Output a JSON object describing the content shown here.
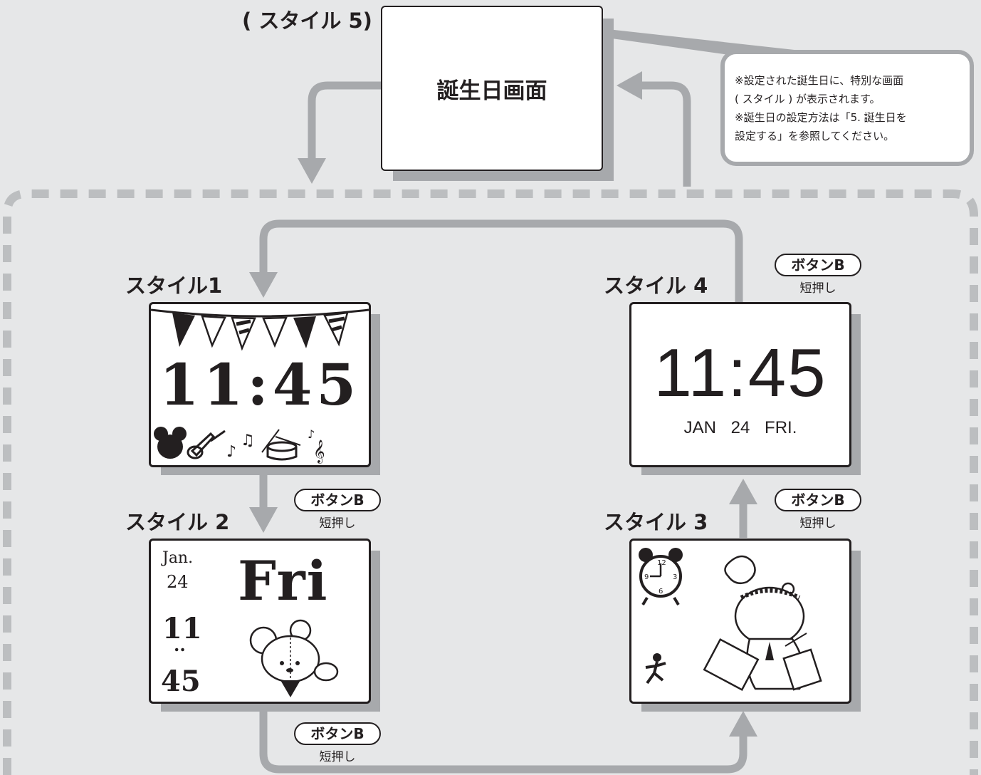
{
  "birthday_screen": {
    "style_tag": "( スタイル 5)",
    "title": "誕生日画面"
  },
  "note": {
    "lines": [
      "※設定された誕生日に、特別な画面",
      "( スタイル ) が表示されます。",
      "※誕生日の設定方法は「5. 誕生日を",
      "設定する」を参照してください。"
    ]
  },
  "styles": {
    "style1": {
      "label": "スタイル1",
      "time": "11:45"
    },
    "style2": {
      "label": "スタイル 2",
      "month": "Jan.",
      "day": "24",
      "weekday": "Fri",
      "hour": "11",
      "colon": "..",
      "minute": "45"
    },
    "style3": {
      "label": "スタイル 3",
      "clock_numbers": [
        "12",
        "3",
        "6",
        "9"
      ]
    },
    "style4": {
      "label": "スタイル 4",
      "time": "11:45",
      "month": "JAN",
      "day": "24",
      "weekday": "FRI."
    }
  },
  "buttons": {
    "label": "ボタンB",
    "sub": "短押し"
  },
  "colors": {
    "background": "#e6e7e8",
    "connector": "#a7a9ac",
    "ink": "#231f20"
  }
}
